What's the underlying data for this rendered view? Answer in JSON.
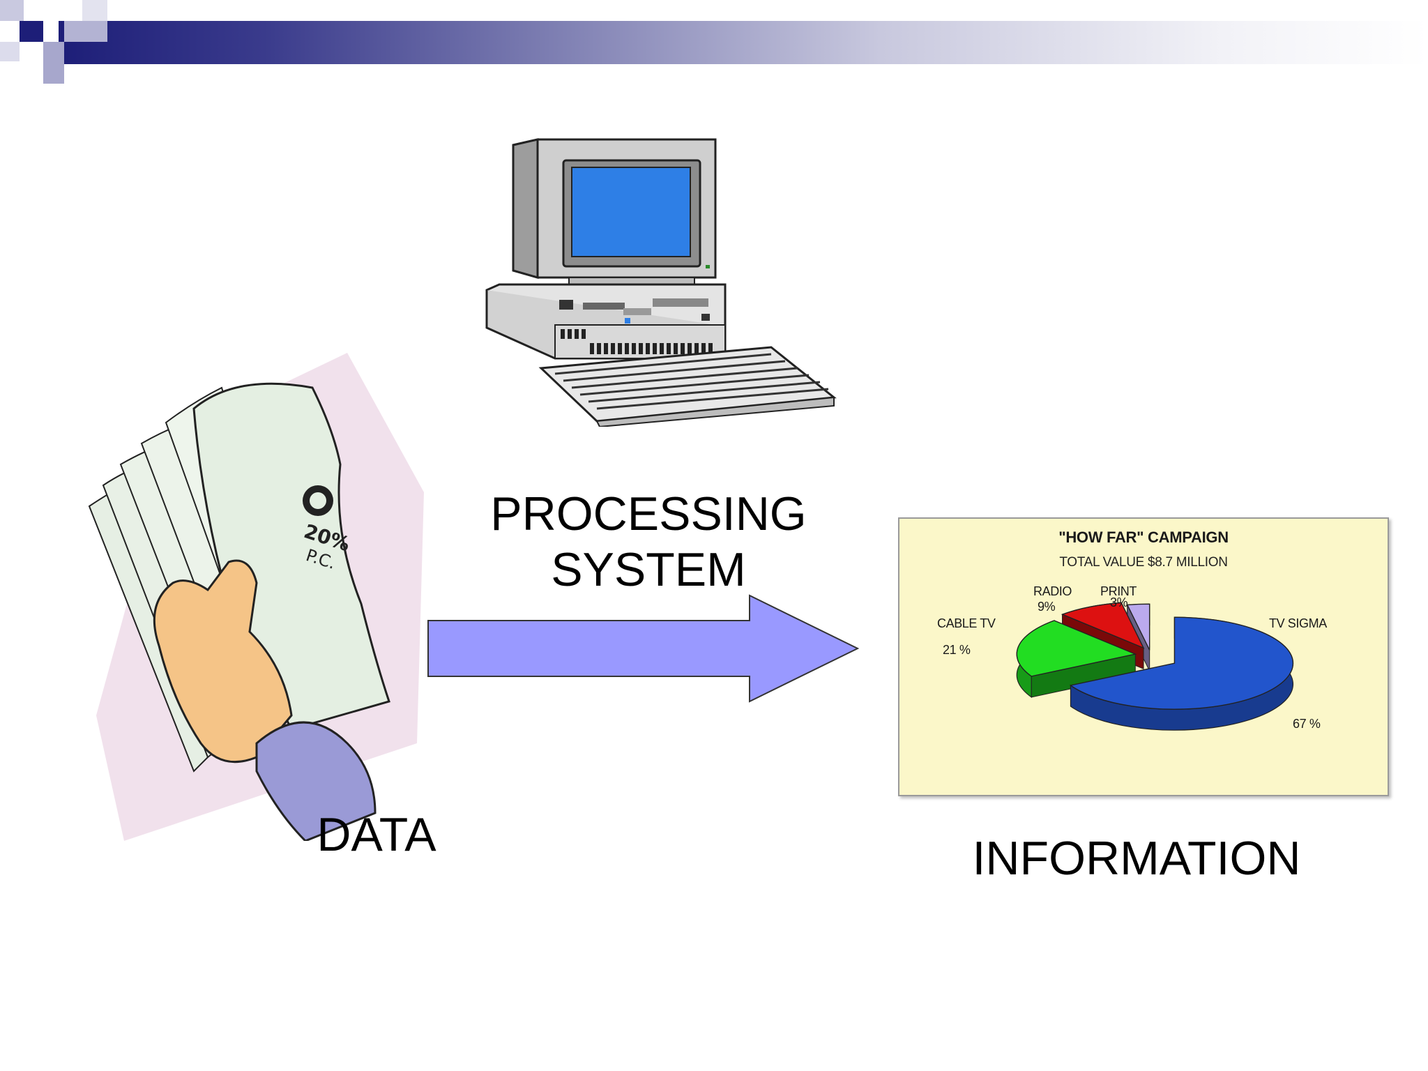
{
  "labels": {
    "processing_line1": "PROCESSING",
    "processing_line2": "SYSTEM",
    "data": "DATA",
    "information": "INFORMATION"
  },
  "icons": {
    "papers": "papers-in-hand-icon",
    "computer": "desktop-computer-icon",
    "arrow": "right-arrow"
  },
  "colors": {
    "banner": "#1d1e78",
    "arrow_fill": "#9999ff",
    "screen": "#2e7fe6",
    "chart_background": "#fbf7c9"
  },
  "chart_data": {
    "type": "pie",
    "title": "\"HOW FAR\" CAMPAIGN",
    "subtitle": "TOTAL VALUE $8.7 MILLION",
    "slices": [
      {
        "name": "TV SIGMA",
        "value": 67,
        "label": "67 %",
        "color": "#2255cc"
      },
      {
        "name": "CABLE TV",
        "value": 21,
        "label": "21 %",
        "color": "#22dd22"
      },
      {
        "name": "RADIO",
        "value": 9,
        "label": "9%",
        "color": "#dd1111"
      },
      {
        "name": "PRINT",
        "value": 3,
        "label": "3%",
        "color": "#bbaaee"
      }
    ]
  }
}
